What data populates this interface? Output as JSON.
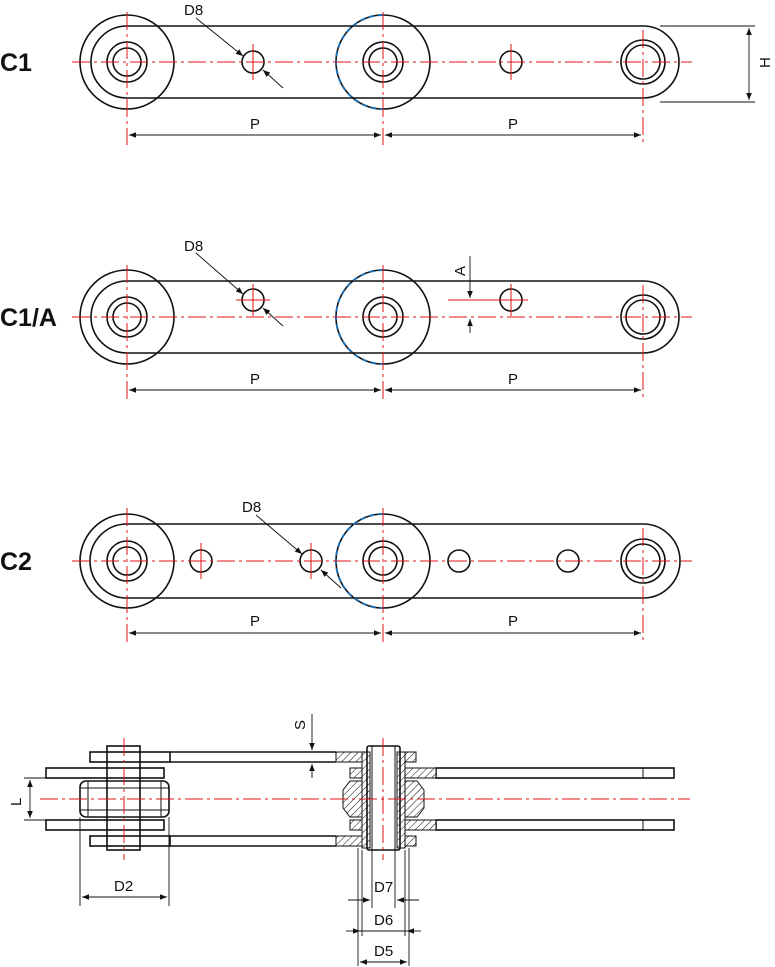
{
  "variants": {
    "c1": "C1",
    "c1a": "C1/A",
    "c2": "C2"
  },
  "labels": {
    "d8": "D8",
    "p": "P",
    "h": "H",
    "a": "A",
    "s": "S",
    "l": "L",
    "d2": "D2",
    "d7": "D7",
    "d6": "D6",
    "d5": "D5"
  },
  "colors": {
    "outline": "#111111",
    "centerline": "#e0101a",
    "hidden_roller": "#1c6fb6"
  }
}
